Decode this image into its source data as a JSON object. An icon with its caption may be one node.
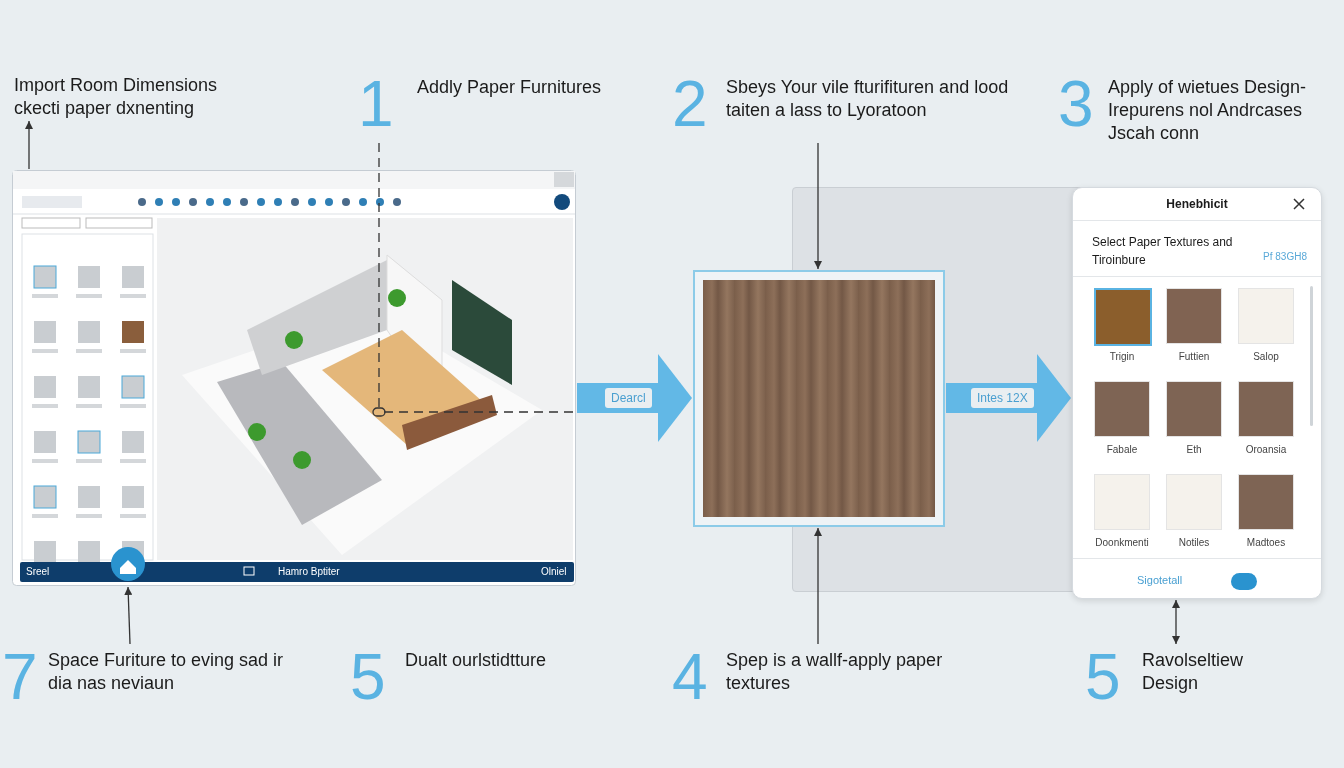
{
  "diagram": {
    "nodes": [
      {
        "text": [
          "Import Room Dimensions ckecti paper dxnenting"
        ]
      },
      {
        "text": [
          "1",
          "Addly Paper Furnitures"
        ]
      },
      {
        "text": [
          "2",
          "Sbeys Your vile fturifituren and lood taiten a lass to Lyoratoon"
        ]
      },
      {
        "text": [
          "3",
          "Apply of wietues Design- Irepurens nol Andrcases Jscah conn"
        ]
      },
      {
        "text": [],
        "shape": "picture"
      },
      {
        "text": [],
        "shape": "picture"
      },
      {
        "text": [
          "Henebhicit",
          "Select Paper Textures and Tiroinbure",
          "Pf 83GH8",
          "Sigotetall"
        ]
      },
      {
        "text": [
          "Trigin"
        ],
        "in": 6
      },
      {
        "text": [
          "Futtien"
        ],
        "in": 6
      },
      {
        "text": [
          "Salop"
        ],
        "in": 6
      },
      {
        "text": [
          "Fabale"
        ],
        "in": 6
      },
      {
        "text": [
          "Eth"
        ],
        "in": 6
      },
      {
        "text": [
          "Oroansia"
        ],
        "in": 6
      },
      {
        "text": [
          "Doonkmenti"
        ],
        "in": 6
      },
      {
        "text": [
          "Notiles"
        ],
        "in": 6
      },
      {
        "text": [
          "Madtoes"
        ],
        "in": 6
      },
      {
        "text": [
          "7",
          "Space Furiture to eving sad ir dia nas neviaun"
        ]
      },
      {
        "text": [
          "5",
          "Dualt ourlstidtture"
        ]
      },
      {
        "text": [
          "4",
          "Spep is a wallf-apply paper textures"
        ]
      },
      {
        "text": [
          "5",
          "Ravolseltiew Design"
        ]
      }
    ],
    "edges": [
      {
        "from": 4,
        "to": 0,
        "arrow": "to"
      },
      {
        "from": 1,
        "to": 4,
        "arrow": "other",
        "style": "dashed"
      },
      {
        "from": 4,
        "to": 5,
        "arrow": "to",
        "label": "Dearcl",
        "style": "thick",
        "color": "#62b8e6"
      },
      {
        "from": 2,
        "to": 5,
        "arrow": "to"
      },
      {
        "from": 5,
        "to": 6,
        "arrow": "to",
        "label": "Intes 12X",
        "style": "thick",
        "color": "#62b8e6"
      },
      {
        "from": 18,
        "to": 5,
        "arrow": "to"
      },
      {
        "from": 16,
        "to": 4,
        "arrow": "to"
      },
      {
        "from": 19,
        "to": 6,
        "arrow": "both"
      }
    ],
    "labels": [
      "Sreel",
      "Hamro Bptiter",
      "Olniel"
    ]
  }
}
